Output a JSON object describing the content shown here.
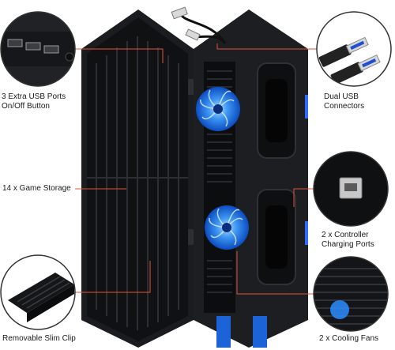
{
  "labels": {
    "usb_ports": [
      "3 Extra USB Ports",
      "On/Off Button"
    ],
    "game_storage": "14 x Game Storage",
    "slim_clip": "Removable Slim Clip",
    "dual_usb": [
      "Dual USB",
      "Connectors"
    ],
    "controller_charging": [
      "2 x Controller",
      "Charging Ports"
    ],
    "cooling_fans": "2 x Cooling Fans"
  },
  "colors": {
    "stand_body": "#17191c",
    "stand_shade": "#0d0e10",
    "fan_blue": "#2b8cff",
    "fan_glow": "#7cc4ff",
    "leader_line": "#e0533a",
    "usb_blue": "#1f4fd1"
  },
  "icons": [
    "usb-hub-icon",
    "usb-connector-icon",
    "micro-usb-icon",
    "clip-icon",
    "cooling-fan-icon"
  ]
}
